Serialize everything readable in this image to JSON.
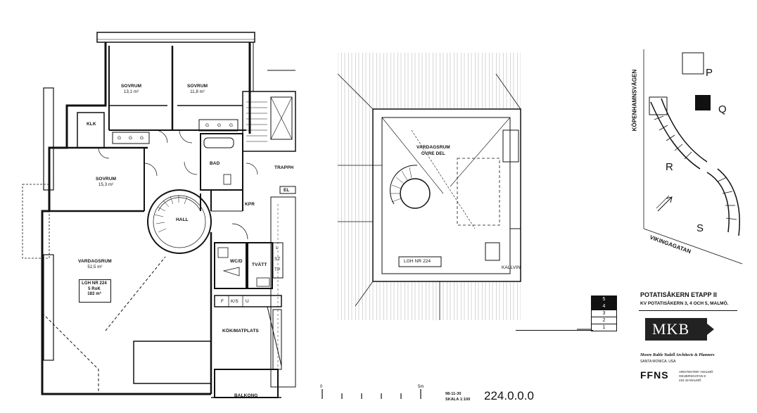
{
  "plan": {
    "rooms": {
      "sovrum1": {
        "name": "SOVRUM",
        "area": "13,1 m²"
      },
      "sovrum2": {
        "name": "SOVRUM",
        "area": "11,8 m²"
      },
      "sovrum3": {
        "name": "SOVRUM",
        "area": "15,3 m²"
      },
      "vardagsrum": {
        "name": "VARDAGSRUM",
        "area": "52,5 m²"
      },
      "klk": "KLK",
      "bad": "BAD",
      "hall": "HALL",
      "kpr": "KPR",
      "wcd": "WC/D",
      "tvatt": "TVÄTT",
      "trapph": "TRAPPH",
      "el": "EL",
      "kok": "KÖK/MATPLATS",
      "balkong": "BALKONG"
    },
    "apartment_box": {
      "line1": "LGH NR 224",
      "line2": "5 RoK",
      "line3": "183 m²"
    },
    "wardrobe_marks": [
      "G",
      "G",
      "G",
      "G",
      "G",
      "G"
    ],
    "cabinet_marks": [
      "L",
      "ST",
      "TP"
    ],
    "kitchen_marks": [
      "F",
      "K/S",
      "U"
    ]
  },
  "upper": {
    "room_name": "VARDAGSRUM",
    "room_sub": "ÖVRE DEL",
    "apartment": "LGH NR 224",
    "kallvind": "KALLVIN"
  },
  "site_map": {
    "street_1": "KÖPENHAMNSVÄGEN",
    "street_2": "VIKINGAGATAN",
    "blocks": [
      "P",
      "Q",
      "R",
      "S"
    ]
  },
  "floor_key": {
    "floors": [
      "5",
      "4",
      "3",
      "2",
      "1"
    ],
    "highlighted": "4"
  },
  "title_block": {
    "project": "POTATISÅKERN ETAPP II",
    "address": "KV POTATISÅKERN 3, 4 OCH 5, MALMÖ.",
    "logo": "MKB",
    "architect": "Moore Ruble Yudell Architects & Planners",
    "architect_city": "SANTA MONICA, USA",
    "ffns_logo": "FFNS",
    "ffns_line1": "ARKITEKTER I MALMÖ",
    "ffns_line2": "GEIJERSGATAN 8",
    "ffns_line3": "216 18 MALMÖ"
  },
  "scale": {
    "start": "0",
    "end": "5m",
    "date": "98-11-30",
    "scale_text": "SKALA 1:100",
    "drawing_no": "224.0.0.0"
  }
}
